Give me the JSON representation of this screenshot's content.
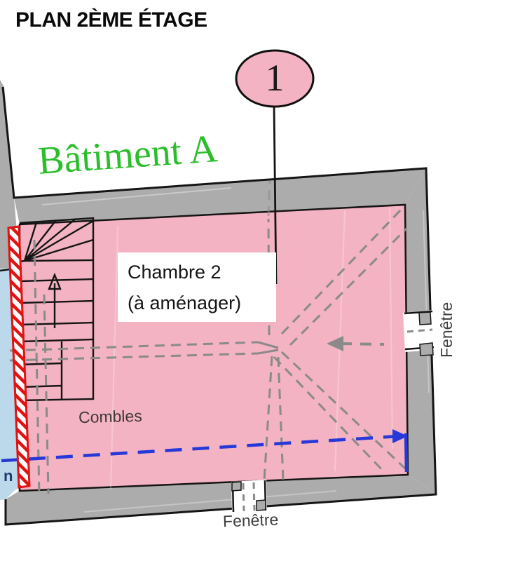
{
  "title": "PLAN 2ÈME ÉTAGE",
  "callout": {
    "number": "1"
  },
  "building_label": "Bâtiment A",
  "room_label": {
    "line1": "Chambre 2",
    "line2": "(à aménager)"
  },
  "combles_label": "Combles",
  "window_right_label": "Fenêtre",
  "window_bottom_label": "Fenêtre",
  "clipped_left_label": "n",
  "colors": {
    "pink": "#f4b3c2",
    "wall_gray": "#acacac",
    "light_blue": "#bcd8eb",
    "red": "#e01212",
    "line_blue": "#2638d8",
    "roof_gray": "#8a8a8a",
    "green": "#2bbe2b",
    "navy": "#1f3a6e",
    "combles_text": "#3f383b"
  }
}
